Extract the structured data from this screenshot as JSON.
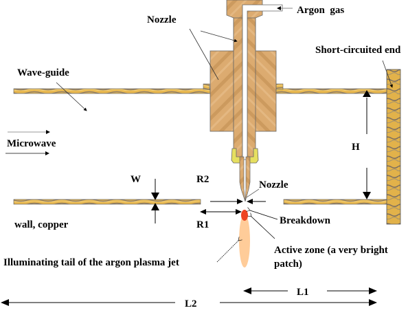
{
  "title": "Argon plasma jet microwave waveguide apparatus",
  "labels": {
    "argon_gas": "Argon  gas",
    "nozzle_top": "Nozzle",
    "short_circuited_end": "Short-circuited end",
    "wave_guide": "Wave-guide",
    "microwave": "Microwave",
    "h": "H",
    "w": "W",
    "r2": "R2",
    "r1": "R1",
    "nozzle_tip": "Nozzle",
    "wall_copper": "wall, copper",
    "breakdown": "Breakdown",
    "active_zone_line1": "Active zone (a very bright",
    "active_zone_line2": "patch)",
    "illuminating_tail": "Illuminating tail of the argon plasma jet",
    "l1": "L1",
    "l2": "L2"
  },
  "colors": {
    "wood": "#d9a86c",
    "wood_dark": "#b98a52",
    "brass": "#e6b955",
    "brass_stripe": "#8a7a6a",
    "collar": "#e8e060",
    "active_zone": "#ee4422",
    "plasma_tail": "#ffcc99",
    "line": "#000000"
  }
}
